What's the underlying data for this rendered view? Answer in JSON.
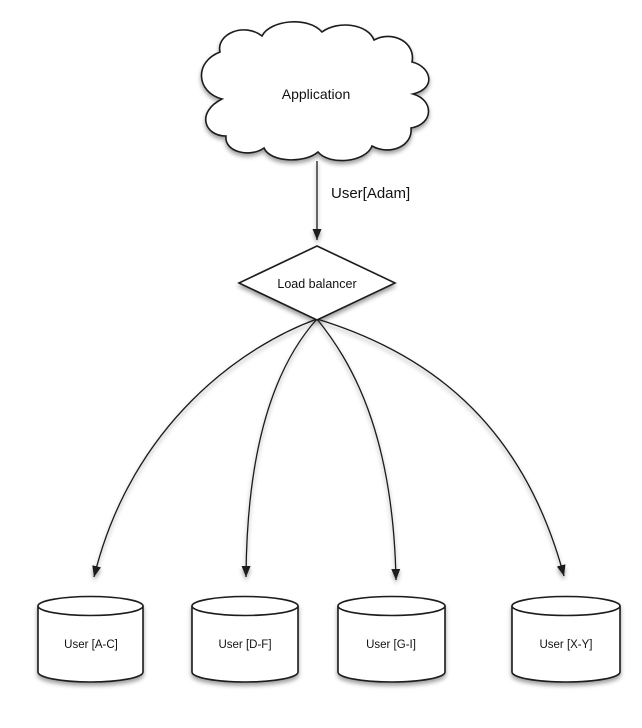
{
  "diagram": {
    "colors": {
      "background": "#ffffff",
      "stroke": "#1a1a1a",
      "shape_fill": "#ffffff",
      "text": "#111111"
    },
    "nodes": {
      "application": {
        "type": "cloud",
        "label": "Application"
      },
      "load_balancer": {
        "type": "diamond",
        "label": "Load balancer"
      }
    },
    "shards": [
      {
        "type": "cylinder",
        "label": "User [A-C]"
      },
      {
        "type": "cylinder",
        "label": "User [D-F]"
      },
      {
        "type": "cylinder",
        "label": "User [G-I]"
      },
      {
        "type": "cylinder",
        "label": "User [X-Y]"
      }
    ],
    "edges": {
      "app_to_lb": {
        "label": "User[Adam]"
      },
      "lb_to_shards": {
        "count": 4
      }
    }
  }
}
